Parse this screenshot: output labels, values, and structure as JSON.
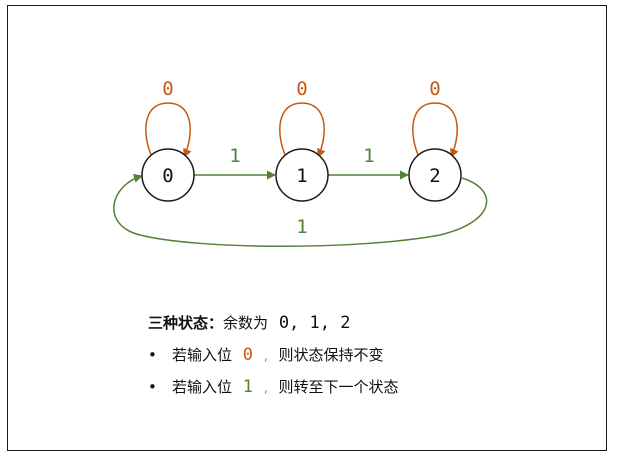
{
  "colors": {
    "self_loop": "#c55a11",
    "transition": "#538135",
    "node_stroke": "#1a1a1a"
  },
  "nodes": [
    {
      "label": "0"
    },
    {
      "label": "1"
    },
    {
      "label": "2"
    }
  ],
  "edges": {
    "self_loop_label": "0",
    "forward_01_label": "1",
    "forward_12_label": "1",
    "back_20_label": "1"
  },
  "notes": {
    "title": "三种状态：",
    "title_desc": "余数为",
    "states": "0, 1, 2",
    "bullets": [
      {
        "symbol": "•",
        "prefix": "若输入位",
        "bit": "0",
        "sep": ",",
        "rest": "则状态保持不变"
      },
      {
        "symbol": "•",
        "prefix": "若输入位",
        "bit": "1",
        "sep": ",",
        "rest": "则转至下一个状态"
      }
    ]
  }
}
